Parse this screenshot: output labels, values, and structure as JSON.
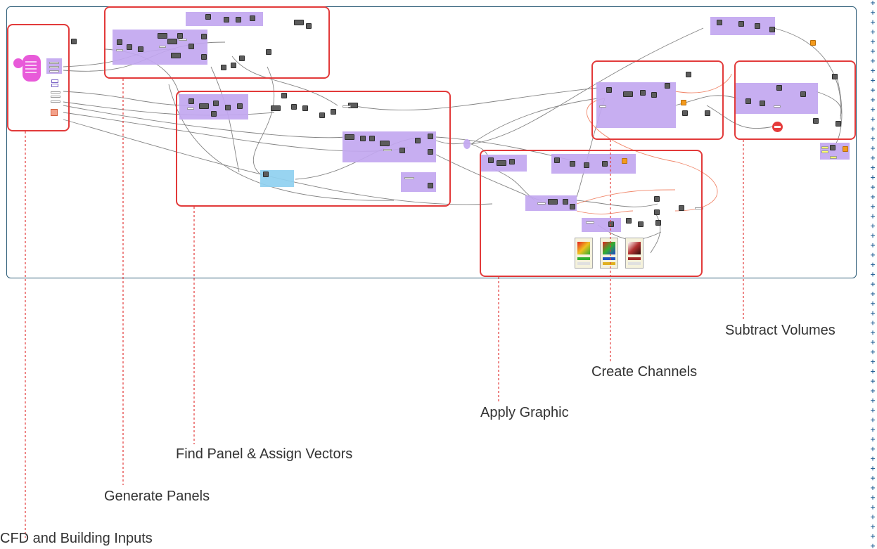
{
  "sections": [
    {
      "id": "cfd",
      "label": "CFD and Building Inputs"
    },
    {
      "id": "generate",
      "label": "Generate Panels"
    },
    {
      "id": "find",
      "label": "Find Panel & Assign Vectors"
    },
    {
      "id": "graphic",
      "label": "Apply Graphic"
    },
    {
      "id": "channels",
      "label": "Create Channels"
    },
    {
      "id": "subtract",
      "label": "Subtract Volumes"
    }
  ],
  "colors": {
    "section_border": "#e23a3a",
    "leader_line": "#e23a3a",
    "canvas_border": "#2e5d78",
    "group_purple": "#c2a7f0",
    "group_blue": "#8fd0f0",
    "component_gray": "#5c5c5c",
    "component_orange": "#f39a1d",
    "hub_magenta": "#e85ad9",
    "wire": "#6e6e6e",
    "wire_red": "#ef7a5a",
    "ruler_plus": "#1b5a92"
  },
  "icons": {
    "hub": "magenta-parameter-hub-icon",
    "stop": "red-disable-icon",
    "swatches": "color-gradient-swatch-icon"
  }
}
